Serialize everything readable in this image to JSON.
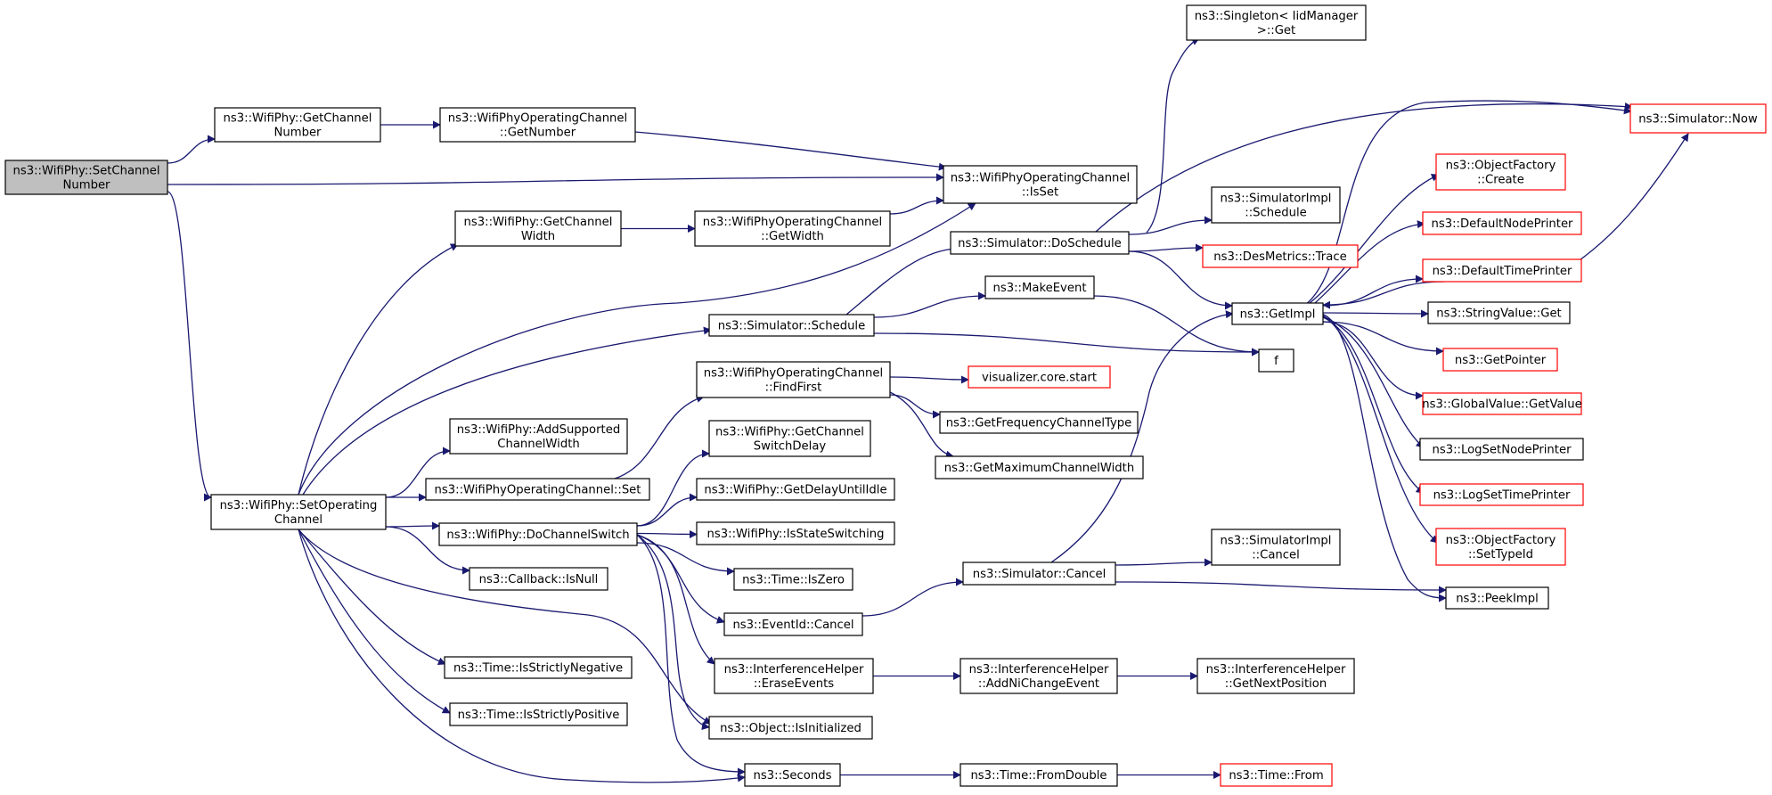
{
  "diagram": {
    "edge_color": "#191970",
    "node_border": "#000000",
    "external_border": "#ff0000",
    "root_fill": "#bfbfbf",
    "nodes": {
      "set_channel_number": {
        "lines": [
          "ns3::WifiPhy::SetChannel",
          "Number"
        ],
        "style": "root"
      },
      "get_channel_number": {
        "lines": [
          "ns3::WifiPhy::GetChannel",
          "Number"
        ],
        "style": "plain"
      },
      "op_get_number": {
        "lines": [
          "ns3::WifiPhyOperatingChannel",
          "::GetNumber"
        ],
        "style": "plain"
      },
      "op_is_set": {
        "lines": [
          "ns3::WifiPhyOperatingChannel",
          "::IsSet"
        ],
        "style": "plain"
      },
      "get_channel_width": {
        "lines": [
          "ns3::WifiPhy::GetChannel",
          "Width"
        ],
        "style": "plain"
      },
      "op_get_width": {
        "lines": [
          "ns3::WifiPhyOperatingChannel",
          "::GetWidth"
        ],
        "style": "plain"
      },
      "set_operating_channel": {
        "lines": [
          "ns3::WifiPhy::SetOperating",
          "Channel"
        ],
        "style": "plain"
      },
      "singleton_get": {
        "lines": [
          "ns3::Singleton< IidManager",
          ">::Get"
        ],
        "style": "plain"
      },
      "simulator_now": {
        "lines": [
          "ns3::Simulator::Now"
        ],
        "style": "external"
      },
      "simimpl_schedule": {
        "lines": [
          "ns3::SimulatorImpl",
          "::Schedule"
        ],
        "style": "plain"
      },
      "simulator_doschedule": {
        "lines": [
          "ns3::Simulator::DoSchedule"
        ],
        "style": "plain"
      },
      "desmetrics_trace": {
        "lines": [
          "ns3::DesMetrics::Trace"
        ],
        "style": "external"
      },
      "object_factory_create": {
        "lines": [
          "ns3::ObjectFactory",
          "::Create"
        ],
        "style": "external"
      },
      "default_node_printer": {
        "lines": [
          "ns3::DefaultNodePrinter"
        ],
        "style": "external"
      },
      "default_time_printer": {
        "lines": [
          "ns3::DefaultTimePrinter"
        ],
        "style": "external"
      },
      "make_event": {
        "lines": [
          "ns3::MakeEvent"
        ],
        "style": "plain"
      },
      "get_impl": {
        "lines": [
          "ns3::GetImpl"
        ],
        "style": "plain"
      },
      "string_value_get": {
        "lines": [
          "ns3::StringValue::Get"
        ],
        "style": "plain"
      },
      "simulator_schedule": {
        "lines": [
          "ns3::Simulator::Schedule"
        ],
        "style": "plain"
      },
      "f": {
        "lines": [
          "f"
        ],
        "style": "plain"
      },
      "get_pointer": {
        "lines": [
          "ns3::GetPointer"
        ],
        "style": "external"
      },
      "op_find_first": {
        "lines": [
          "ns3::WifiPhyOperatingChannel",
          "::FindFirst"
        ],
        "style": "plain"
      },
      "visualizer_start": {
        "lines": [
          "visualizer.core.start"
        ],
        "style": "external"
      },
      "global_value_get": {
        "lines": [
          "ns3::GlobalValue::GetValue"
        ],
        "style": "external"
      },
      "get_freq_channel_type": {
        "lines": [
          "ns3::GetFrequencyChannelType"
        ],
        "style": "plain"
      },
      "log_set_node_printer": {
        "lines": [
          "ns3::LogSetNodePrinter"
        ],
        "style": "plain"
      },
      "add_supported_width": {
        "lines": [
          "ns3::WifiPhy::AddSupported",
          "ChannelWidth"
        ],
        "style": "plain"
      },
      "get_switch_delay": {
        "lines": [
          "ns3::WifiPhy::GetChannel",
          "SwitchDelay"
        ],
        "style": "plain"
      },
      "get_max_channel_width": {
        "lines": [
          "ns3::GetMaximumChannelWidth"
        ],
        "style": "plain"
      },
      "log_set_time_printer": {
        "lines": [
          "ns3::LogSetTimePrinter"
        ],
        "style": "external"
      },
      "op_set": {
        "lines": [
          "ns3::WifiPhyOperatingChannel::Set"
        ],
        "style": "plain"
      },
      "get_delay_until_idle": {
        "lines": [
          "ns3::WifiPhy::GetDelayUntilIdle"
        ],
        "style": "plain"
      },
      "do_channel_switch": {
        "lines": [
          "ns3::WifiPhy::DoChannelSwitch"
        ],
        "style": "plain"
      },
      "is_state_switching": {
        "lines": [
          "ns3::WifiPhy::IsStateSwitching"
        ],
        "style": "plain"
      },
      "object_factory_set_typeid": {
        "lines": [
          "ns3::ObjectFactory",
          "::SetTypeId"
        ],
        "style": "external"
      },
      "simimpl_cancel": {
        "lines": [
          "ns3::SimulatorImpl",
          "::Cancel"
        ],
        "style": "plain"
      },
      "simulator_cancel": {
        "lines": [
          "ns3::Simulator::Cancel"
        ],
        "style": "plain"
      },
      "callback_is_null": {
        "lines": [
          "ns3::Callback::IsNull"
        ],
        "style": "plain"
      },
      "time_is_zero": {
        "lines": [
          "ns3::Time::IsZero"
        ],
        "style": "plain"
      },
      "peek_impl": {
        "lines": [
          "ns3::PeekImpl"
        ],
        "style": "plain"
      },
      "eventid_cancel": {
        "lines": [
          "ns3::EventId::Cancel"
        ],
        "style": "plain"
      },
      "ih_erase_events": {
        "lines": [
          "ns3::InterferenceHelper",
          "::EraseEvents"
        ],
        "style": "plain"
      },
      "ih_add_ni_change": {
        "lines": [
          "ns3::InterferenceHelper",
          "::AddNiChangeEvent"
        ],
        "style": "plain"
      },
      "ih_get_next_position": {
        "lines": [
          "ns3::InterferenceHelper",
          "::GetNextPosition"
        ],
        "style": "plain"
      },
      "time_is_strictly_negative": {
        "lines": [
          "ns3::Time::IsStrictlyNegative"
        ],
        "style": "plain"
      },
      "time_is_strictly_positive": {
        "lines": [
          "ns3::Time::IsStrictlyPositive"
        ],
        "style": "plain"
      },
      "object_is_initialized": {
        "lines": [
          "ns3::Object::IsInitialized"
        ],
        "style": "plain"
      },
      "seconds": {
        "lines": [
          "ns3::Seconds"
        ],
        "style": "plain"
      },
      "time_from_double": {
        "lines": [
          "ns3::Time::FromDouble"
        ],
        "style": "plain"
      },
      "time_from": {
        "lines": [
          "ns3::Time::From"
        ],
        "style": "external"
      }
    },
    "edges": [
      [
        "set_channel_number",
        "get_channel_number"
      ],
      [
        "set_channel_number",
        "op_is_set"
      ],
      [
        "set_channel_number",
        "set_operating_channel"
      ],
      [
        "get_channel_number",
        "op_get_number"
      ],
      [
        "op_get_number",
        "op_is_set"
      ],
      [
        "get_channel_width",
        "op_get_width"
      ],
      [
        "op_get_width",
        "op_is_set"
      ],
      [
        "set_operating_channel",
        "get_channel_width"
      ],
      [
        "set_operating_channel",
        "op_is_set"
      ],
      [
        "set_operating_channel",
        "simulator_schedule"
      ],
      [
        "set_operating_channel",
        "add_supported_width"
      ],
      [
        "set_operating_channel",
        "op_set"
      ],
      [
        "set_operating_channel",
        "do_channel_switch"
      ],
      [
        "set_operating_channel",
        "callback_is_null"
      ],
      [
        "set_operating_channel",
        "time_is_strictly_negative"
      ],
      [
        "set_operating_channel",
        "time_is_strictly_positive"
      ],
      [
        "set_operating_channel",
        "object_is_initialized"
      ],
      [
        "set_operating_channel",
        "seconds"
      ],
      [
        "simulator_schedule",
        "simulator_doschedule"
      ],
      [
        "simulator_schedule",
        "make_event"
      ],
      [
        "simulator_schedule",
        "f"
      ],
      [
        "simulator_doschedule",
        "singleton_get"
      ],
      [
        "simulator_doschedule",
        "simulator_now"
      ],
      [
        "simulator_doschedule",
        "simimpl_schedule"
      ],
      [
        "simulator_doschedule",
        "desmetrics_trace"
      ],
      [
        "simulator_doschedule",
        "get_impl"
      ],
      [
        "make_event",
        "f"
      ],
      [
        "get_impl",
        "simulator_now"
      ],
      [
        "get_impl",
        "object_factory_create"
      ],
      [
        "get_impl",
        "default_node_printer"
      ],
      [
        "get_impl",
        "default_time_printer"
      ],
      [
        "get_impl",
        "string_value_get"
      ],
      [
        "get_impl",
        "get_pointer"
      ],
      [
        "get_impl",
        "global_value_get"
      ],
      [
        "get_impl",
        "log_set_node_printer"
      ],
      [
        "get_impl",
        "log_set_time_printer"
      ],
      [
        "get_impl",
        "object_factory_set_typeid"
      ],
      [
        "get_impl",
        "peek_impl"
      ],
      [
        "default_time_printer",
        "simulator_now"
      ],
      [
        "default_time_printer",
        "get_impl"
      ],
      [
        "op_set",
        "op_find_first"
      ],
      [
        "op_find_first",
        "visualizer_start"
      ],
      [
        "op_find_first",
        "get_freq_channel_type"
      ],
      [
        "op_find_first",
        "get_max_channel_width"
      ],
      [
        "do_channel_switch",
        "get_switch_delay"
      ],
      [
        "do_channel_switch",
        "get_delay_until_idle"
      ],
      [
        "do_channel_switch",
        "is_state_switching"
      ],
      [
        "do_channel_switch",
        "time_is_zero"
      ],
      [
        "do_channel_switch",
        "eventid_cancel"
      ],
      [
        "do_channel_switch",
        "ih_erase_events"
      ],
      [
        "do_channel_switch",
        "object_is_initialized"
      ],
      [
        "do_channel_switch",
        "seconds"
      ],
      [
        "eventid_cancel",
        "simulator_cancel"
      ],
      [
        "simulator_cancel",
        "get_impl"
      ],
      [
        "simulator_cancel",
        "simimpl_cancel"
      ],
      [
        "simulator_cancel",
        "peek_impl"
      ],
      [
        "ih_erase_events",
        "ih_add_ni_change"
      ],
      [
        "ih_add_ni_change",
        "ih_get_next_position"
      ],
      [
        "seconds",
        "time_from_double"
      ],
      [
        "time_from_double",
        "time_from"
      ]
    ]
  }
}
